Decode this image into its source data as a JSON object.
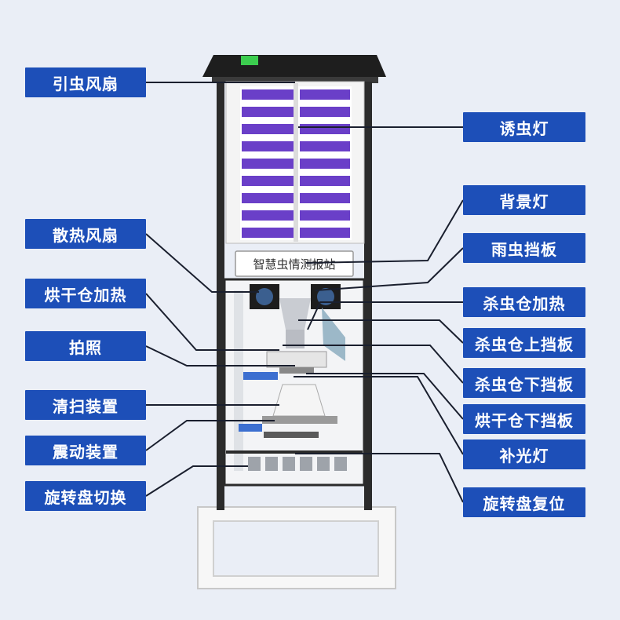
{
  "device": {
    "sign_text": "智慧虫情测报站"
  },
  "labels": {
    "left": [
      {
        "id": "yinchong-fan",
        "text": "引虫风扇"
      },
      {
        "id": "heat-fan",
        "text": "散热风扇"
      },
      {
        "id": "dry-heat",
        "text": "烘干仓加热"
      },
      {
        "id": "photo",
        "text": "拍照"
      },
      {
        "id": "cleaning",
        "text": "清扫装置"
      },
      {
        "id": "vibration",
        "text": "震动装置"
      },
      {
        "id": "turntable-switch",
        "text": "旋转盘切换"
      }
    ],
    "right": [
      {
        "id": "lure-lamp",
        "text": "诱虫灯"
      },
      {
        "id": "back-lamp",
        "text": "背景灯"
      },
      {
        "id": "rain-baffle",
        "text": "雨虫挡板"
      },
      {
        "id": "kill-heat",
        "text": "杀虫仓加热"
      },
      {
        "id": "kill-upper",
        "text": "杀虫仓上挡板"
      },
      {
        "id": "kill-lower",
        "text": "杀虫仓下挡板"
      },
      {
        "id": "dry-lower",
        "text": "烘干仓下挡板"
      },
      {
        "id": "fill-light",
        "text": "补光灯"
      },
      {
        "id": "turntable-reset",
        "text": "旋转盘复位"
      }
    ]
  },
  "colors": {
    "label_bg": "#1d4fb8",
    "label_text": "#ffffff",
    "lamp_purple": "#6a3fc8",
    "frame": "#2b2b2b"
  }
}
